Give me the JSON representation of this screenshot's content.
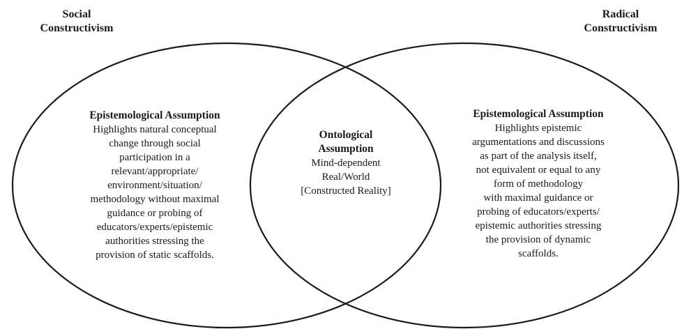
{
  "diagram": {
    "left_label": {
      "lines": [
        "Social",
        "Constructivism"
      ]
    },
    "right_label": {
      "lines": [
        "Radical",
        "Constructivism"
      ]
    },
    "left_circle": {
      "heading": "Epistemological Assumption",
      "body_lines": [
        "Highlights natural conceptual",
        "change through social",
        "participation in a",
        "relevant/appropriate/",
        "environment/situation/",
        "methodology without maximal",
        "guidance or probing of",
        "educators/experts/epistemic",
        "authorities stressing the",
        "provision of static scaffolds."
      ]
    },
    "center_overlap": {
      "heading_lines": [
        "Ontological",
        "Assumption"
      ],
      "body_lines": [
        "Mind-dependent",
        "Real/World",
        "[Constructed Reality]"
      ]
    },
    "right_circle": {
      "heading": "Epistemological Assumption",
      "body_lines": [
        "Highlights epistemic",
        "argumentations and discussions",
        "as part of the analysis itself,",
        "not equivalent or equal to any",
        "form of methodology",
        "with maximal guidance or",
        "probing of educators/experts/",
        "epistemic authorities stressing",
        "the provision of dynamic",
        "scaffolds."
      ]
    },
    "colors": {
      "stroke": "#1a1a1a",
      "text": "#1a1a1a",
      "background": "#ffffff"
    }
  }
}
